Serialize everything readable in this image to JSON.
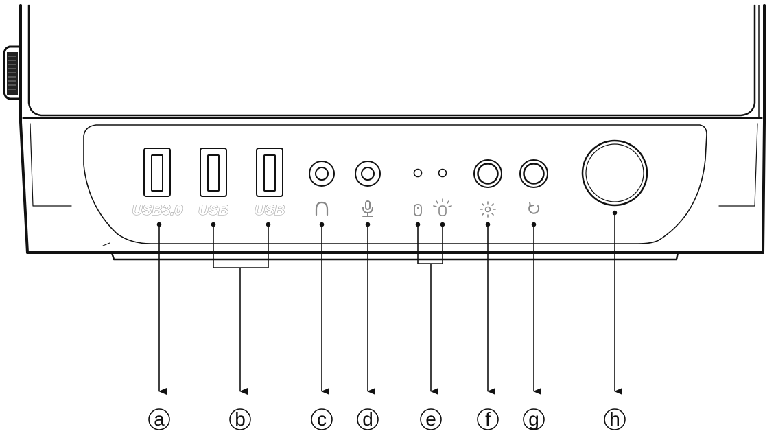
{
  "diagram": {
    "port_labels": {
      "usb30": "USB3.0",
      "usb_1": "USB",
      "usb_2": "USB"
    },
    "callouts": {
      "a": "a",
      "b": "b",
      "c": "c",
      "d": "d",
      "e": "e",
      "f": "f",
      "g": "g",
      "h": "h"
    },
    "icons": {
      "headphone": "headphone-icon",
      "microphone": "microphone-icon",
      "hdd_led": "hdd-led-icon",
      "power_led": "power-led-icon",
      "led_button": "led-light-icon",
      "reset": "reset-icon",
      "power": "power-button"
    }
  }
}
